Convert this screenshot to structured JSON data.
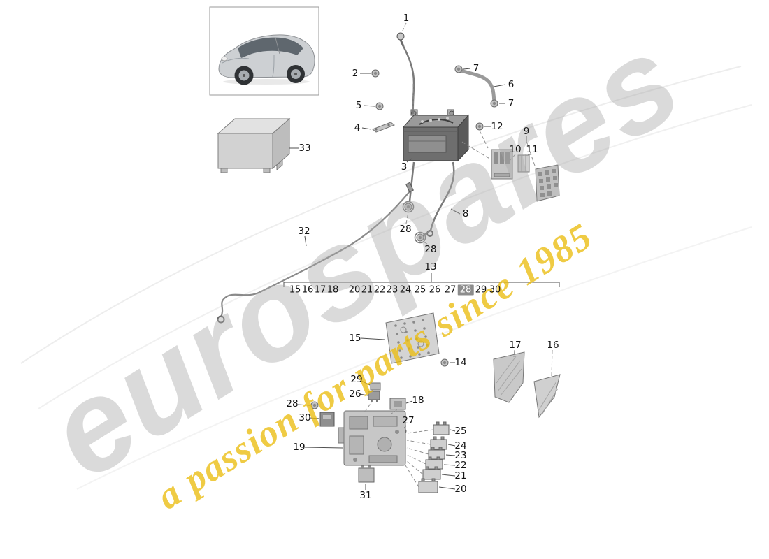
{
  "watermark": {
    "brand": "eurospares",
    "tagline": "a passion for parts since 1985",
    "brand_color": "#a8a8a8",
    "tagline_color": "#ebbc10"
  },
  "strip": {
    "group1": [
      "15",
      "16",
      "17",
      "18"
    ],
    "group2": [
      "20",
      "21",
      "22",
      "23",
      "24",
      "25",
      "26",
      "27",
      "28",
      "29",
      "30"
    ],
    "highlighted": "28"
  },
  "callouts": [
    "1",
    "2",
    "5",
    "4",
    "7",
    "6",
    "7",
    "12",
    "9",
    "10",
    "11",
    "3",
    "8",
    "28",
    "28",
    "32",
    "13",
    "15",
    "14",
    "17",
    "16",
    "29",
    "26",
    "18",
    "28",
    "30",
    "27",
    "19",
    "25",
    "24",
    "23",
    "22",
    "21",
    "20",
    "31",
    "33"
  ]
}
